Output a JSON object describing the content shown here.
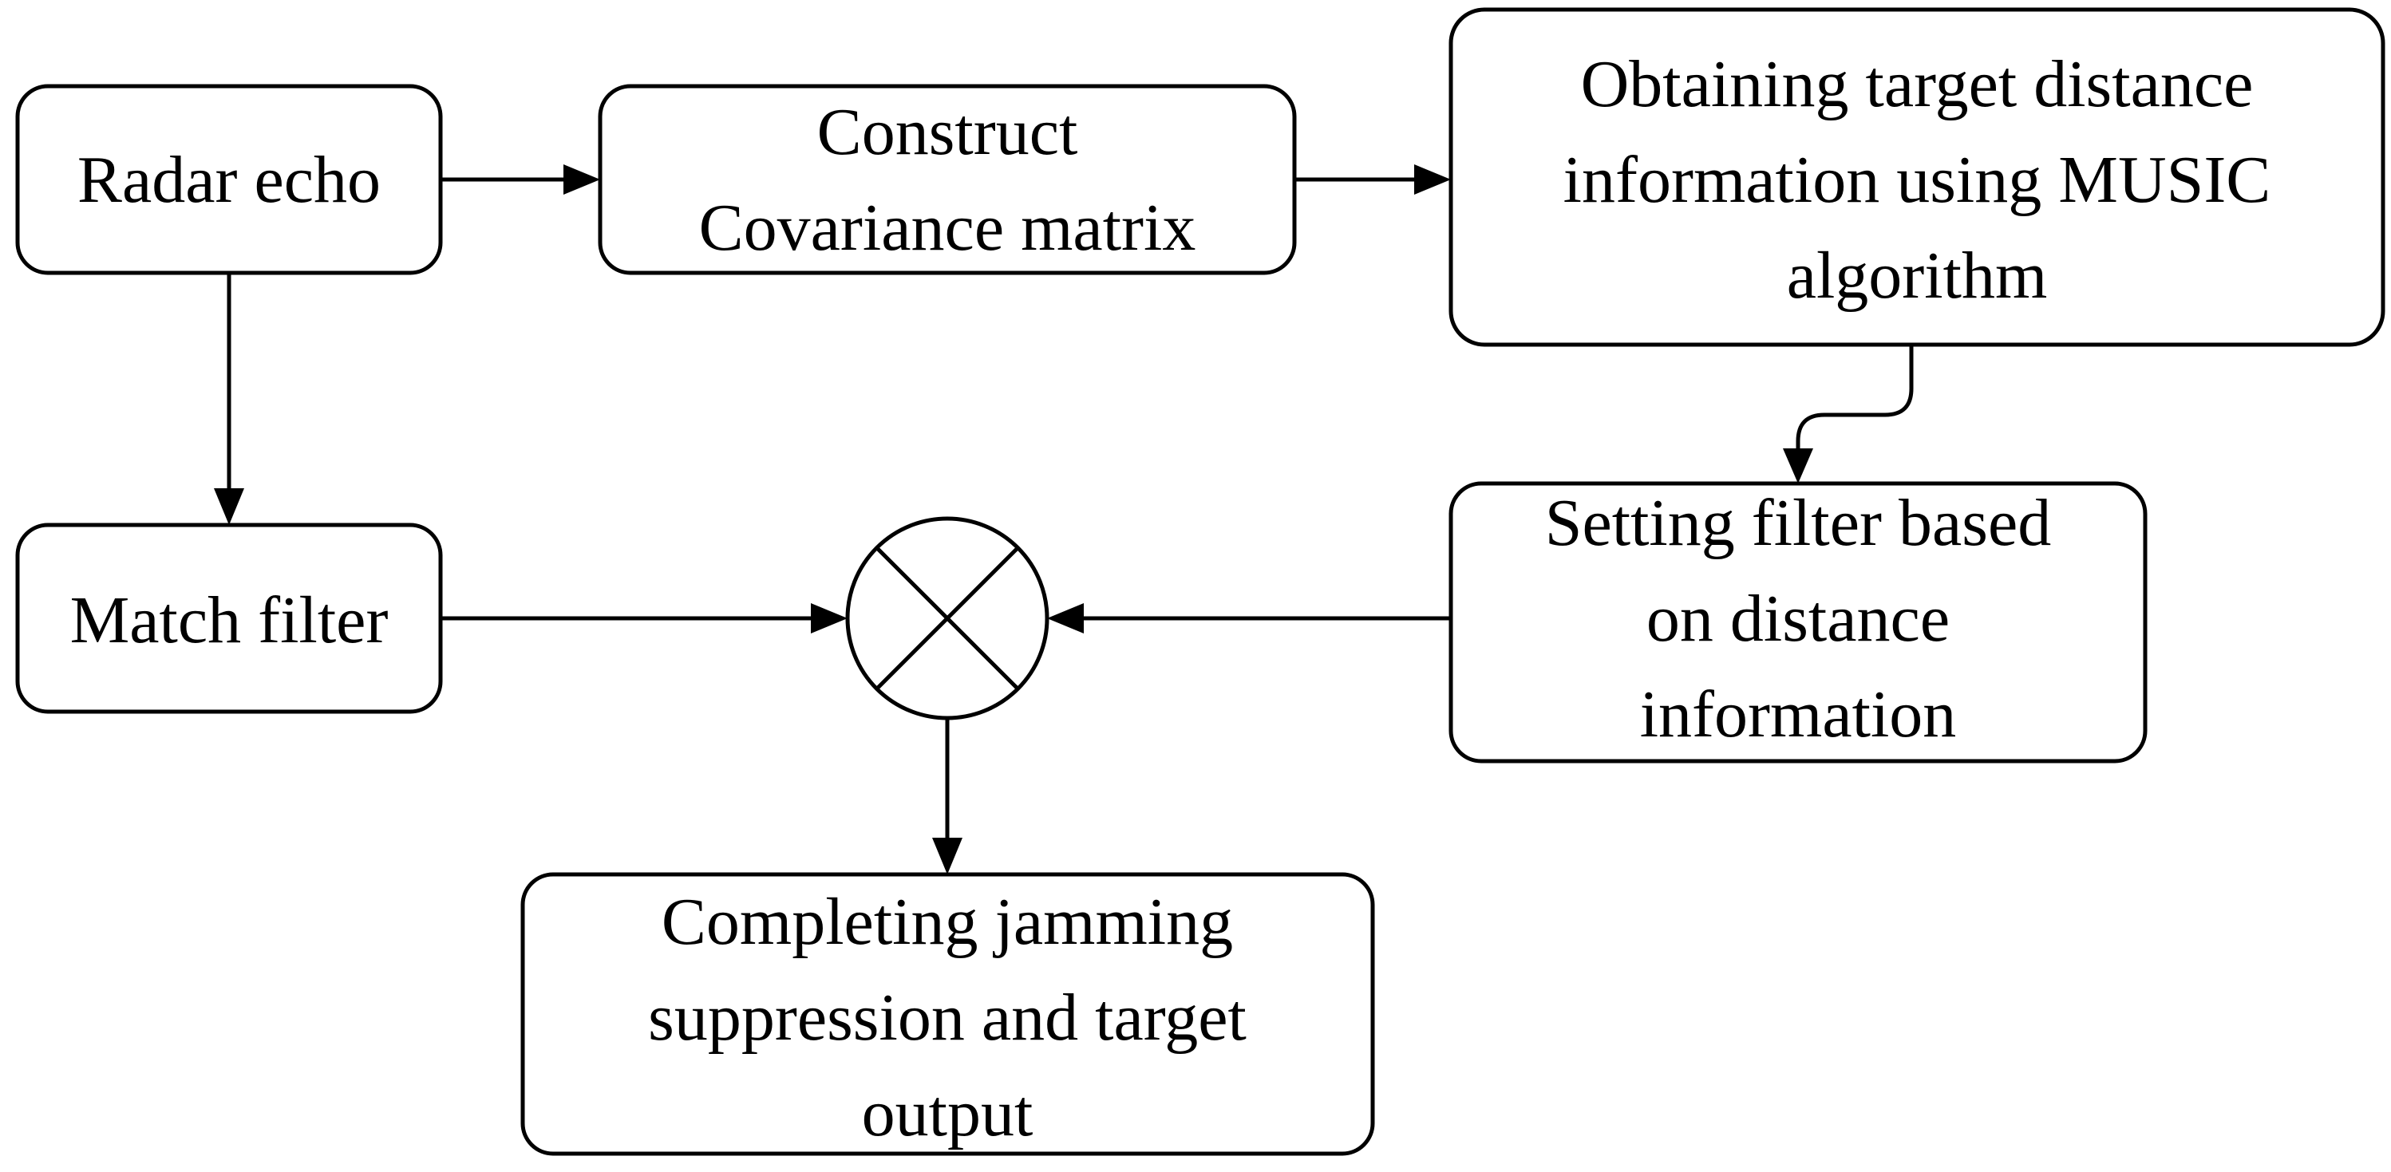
{
  "nodes": {
    "radar_echo": {
      "lines": [
        "Radar echo"
      ]
    },
    "covariance": {
      "lines": [
        "Construct",
        "Covariance matrix"
      ]
    },
    "music": {
      "lines": [
        "Obtaining target distance",
        "information using MUSIC",
        "algorithm"
      ]
    },
    "match_filter": {
      "lines": [
        "Match filter"
      ]
    },
    "setting_filter": {
      "lines": [
        "Setting filter based",
        "on distance",
        "information"
      ]
    },
    "output": {
      "lines": [
        "Completing jamming",
        "suppression and target",
        "output"
      ]
    }
  },
  "multiplier_symbol": "⊗",
  "colors": {
    "stroke": "#000000",
    "fill": "#ffffff",
    "text": "#000000"
  }
}
